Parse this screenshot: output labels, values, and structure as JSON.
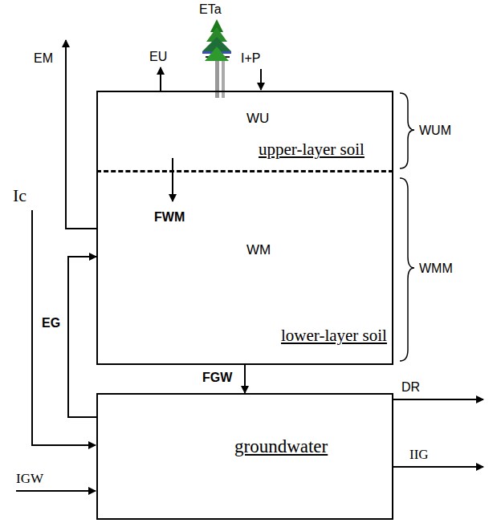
{
  "diagram": {
    "nodes": [
      {
        "text": [
          "WU",
          "upper-layer soil"
        ]
      },
      {
        "text": [
          "WM",
          "lower-layer soil"
        ]
      },
      {
        "text": [
          "groundwater"
        ]
      }
    ],
    "edges": [
      {
        "from": 0,
        "to": 1,
        "label": "FWM",
        "arrow": "to"
      },
      {
        "from": 1,
        "to": 2,
        "label": "FGW",
        "arrow": "to"
      },
      {
        "from": 2,
        "to": 1,
        "label": "EG",
        "arrow": "to"
      }
    ],
    "labels": [
      "ETa",
      "EM",
      "EU",
      "I+P",
      "WUM",
      "WMM",
      "Ic",
      "IGW",
      "DR",
      "IIG"
    ]
  }
}
